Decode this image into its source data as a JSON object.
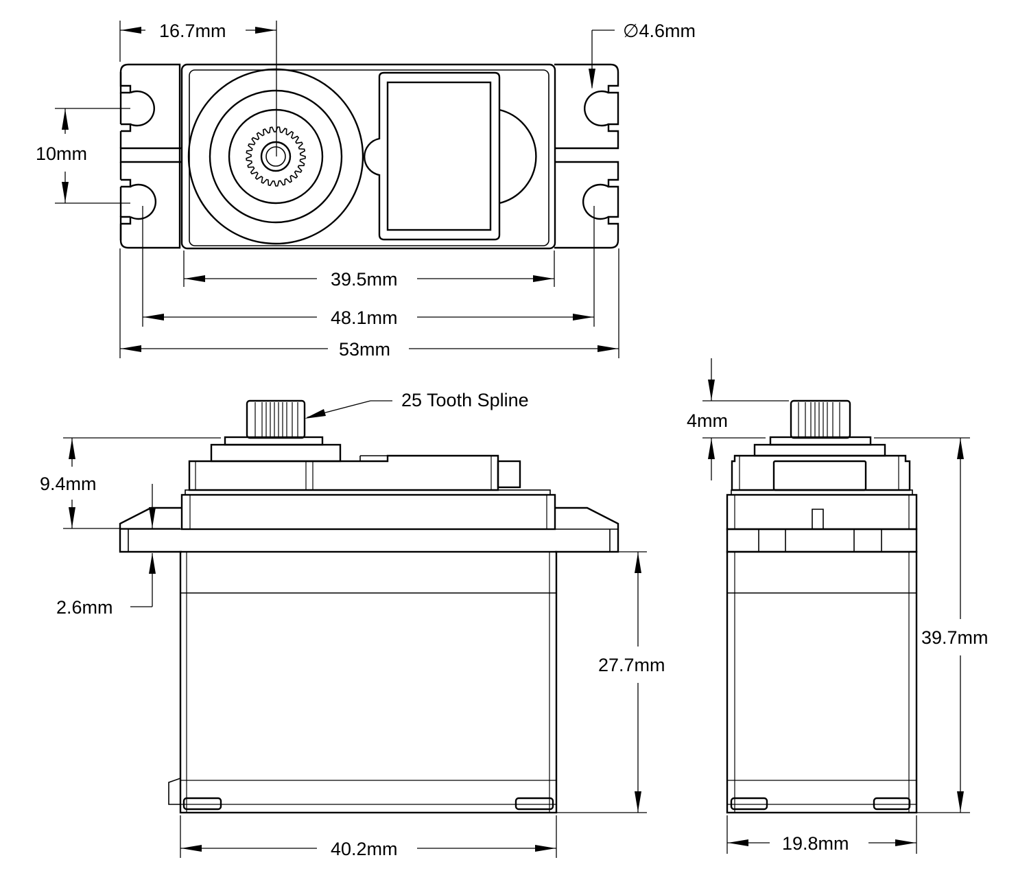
{
  "dimensions": {
    "spline_offset": "16.7mm",
    "hole_diameter": "∅4.6mm",
    "hole_spacing": "10mm",
    "body_width_top": "39.5mm",
    "hole_pitch": "48.1mm",
    "overall_length": "53mm",
    "spline_callout": "25 Tooth Spline",
    "top_height": "9.4mm",
    "flange_thickness": "2.6mm",
    "lower_height": "27.7mm",
    "body_length": "40.2mm",
    "spline_height": "4mm",
    "overall_height": "39.7mm",
    "body_depth": "19.8mm"
  }
}
